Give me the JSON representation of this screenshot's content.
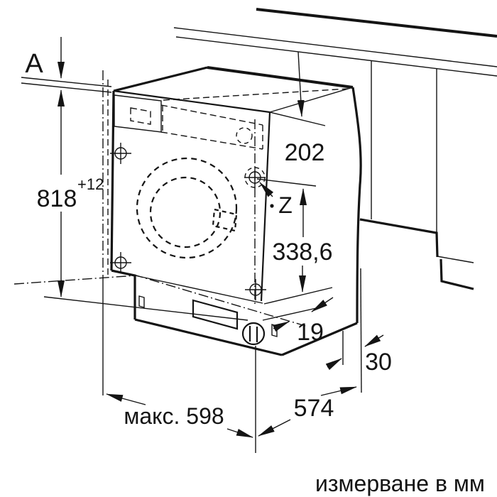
{
  "figure": {
    "type": "built-in washing machine installation dimension drawing",
    "caption": "измерване в мм"
  },
  "labels": {
    "worktop": "A",
    "niche_height": "818",
    "niche_height_tolerance": "+12",
    "top_clearance": "202",
    "hinge_point": "Z",
    "hinge_distance": "338,6",
    "plinth_recess": "19",
    "gap": "30",
    "depth": "574",
    "max_width": "макс. 598"
  }
}
